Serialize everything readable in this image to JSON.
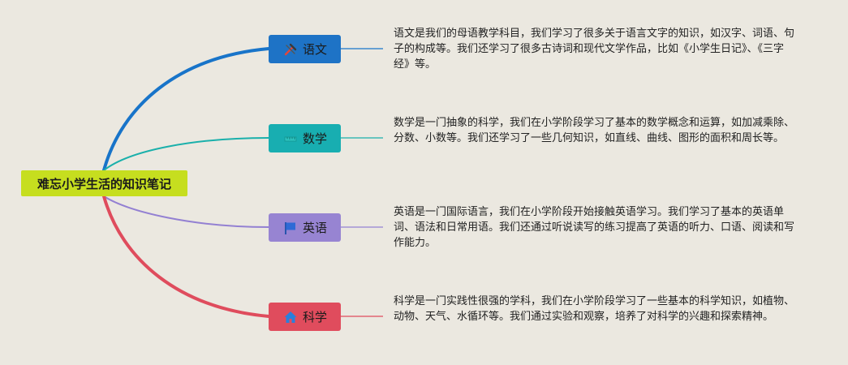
{
  "root": {
    "label": "难忘小学生活的知识笔记",
    "color": "#c6de1f"
  },
  "branches": [
    {
      "label": "语文",
      "icon": "tools-icon",
      "color": "#1e73c6",
      "line_color": "#1874c9",
      "description": "语文是我们的母语教学科目，我们学习了很多关于语言文字的知识，如汉字、词语、句子的构成等。我们还学习了很多古诗词和现代文学作品，比如《小学生日记》、《三字经》等。"
    },
    {
      "label": "数学",
      "icon": "ruler-icon",
      "color": "#18aeb1",
      "line_color": "#1ab0ab",
      "description": "数学是一门抽象的科学，我们在小学阶段学习了基本的数学概念和运算，如加减乘除、分数、小数等。我们还学习了一些几何知识，如直线、曲线、图形的面积和周长等。"
    },
    {
      "label": "英语",
      "icon": "flag-icon",
      "color": "#9784d2",
      "line_color": "#9380d2",
      "description": "英语是一门国际语言，我们在小学阶段开始接触英语学习。我们学习了基本的英语单词、语法和日常用语。我们还通过听说读写的练习提高了英语的听力、口语、阅读和写作能力。"
    },
    {
      "label": "科学",
      "icon": "house-icon",
      "color": "#e04c5d",
      "line_color": "#df4c5d",
      "description": "科学是一门实践性很强的学科，我们在小学阶段学习了一些基本的科学知识，如植物、动物、天气、水循环等。我们通过实验和观察，培养了对科学的兴趣和探索精神。"
    }
  ]
}
